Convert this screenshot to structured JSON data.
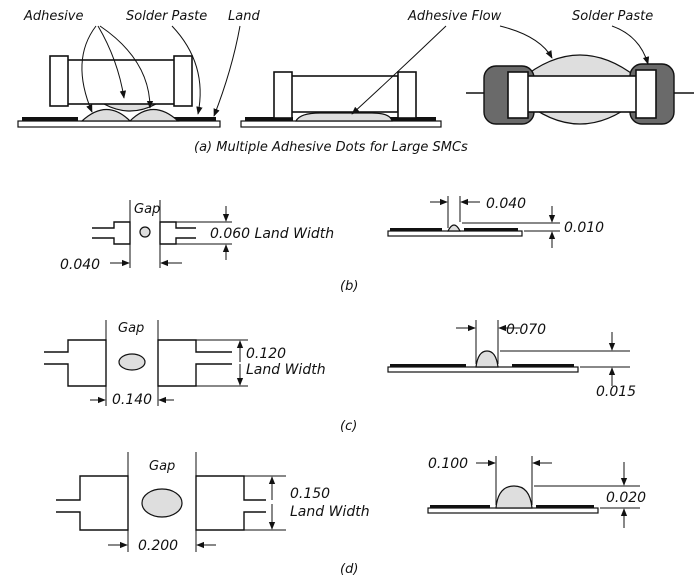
{
  "top": {
    "labels": {
      "adhesive": "Adhesive",
      "solder_paste": "Solder Paste",
      "land": "Land",
      "adhesive_flow": "Adhesive Flow",
      "solder_paste_right": "Solder Paste"
    },
    "caption": "(a) Multiple Adhesive Dots for Large SMCs"
  },
  "b": {
    "gap_label": "Gap",
    "land_width": "0.060 Land Width",
    "gap_dim": "0.040",
    "side_dot": "0.040",
    "side_height": "0.010",
    "caption": "(b)"
  },
  "c": {
    "gap_label": "Gap",
    "land_width_value": "0.120",
    "land_width_text": "Land Width",
    "gap_dim": "0.140",
    "side_dot": "0.070",
    "side_height": "0.015",
    "caption": "(c)"
  },
  "d": {
    "gap_label": "Gap",
    "land_width_value": "0.150",
    "land_width_text": "Land Width",
    "gap_dim": "0.200",
    "side_dot": "0.100",
    "side_height": "0.020",
    "caption": "(d)"
  }
}
